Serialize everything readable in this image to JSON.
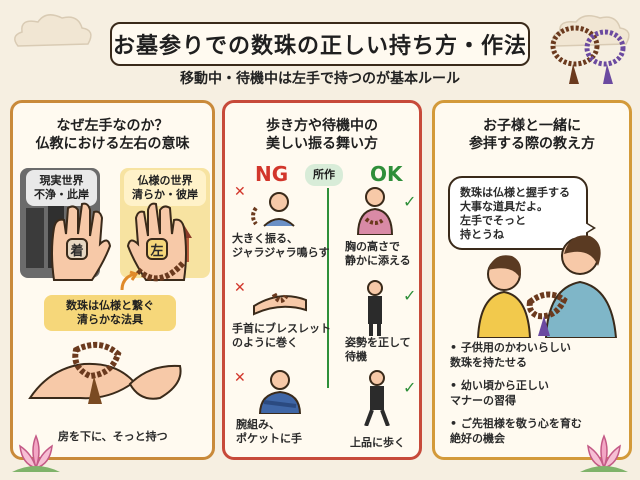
{
  "header": {
    "title": "お墓参りでの数珠の正しい持ち方・作法",
    "subtitle": "移動中・待機中は左手で持つのが基本ルール"
  },
  "left_panel": {
    "heading_line1": "なぜ左手なのか？",
    "heading_line2": "仏教における左右の意味",
    "real_world_line1": "現実世界",
    "real_world_line2": "不浄・此岸",
    "buddha_world_line1": "仏様の世界",
    "buddha_world_line2": "清らか・彼岸",
    "right_hand_char": "着",
    "left_hand_char": "左",
    "note_line1": "数珠は仏様と繋ぐ",
    "note_line2": "清らかな法具",
    "caption": "房を下に、そっと持つ"
  },
  "middle_panel": {
    "heading_line1": "歩き方や待機中の",
    "heading_line2": "美しい振る舞い方",
    "ng_label": "NG",
    "center_label": "所作",
    "ok_label": "OK",
    "ng_items": [
      {
        "line1": "大きく振る、",
        "line2": "ジャラジャラ鳴らす"
      },
      {
        "line1": "手首にブレスレット",
        "line2": "のように巻く"
      },
      {
        "line1": "腕組み、",
        "line2": "ポケットに手"
      }
    ],
    "ok_items": [
      {
        "line1": "胸の高さで",
        "line2": "静かに添える"
      },
      {
        "line1": "姿勢を正して",
        "line2": "待機"
      },
      {
        "line1": "上品に歩く",
        "line2": ""
      }
    ]
  },
  "right_panel": {
    "heading_line1": "お子様と一緒に",
    "heading_line2": "参拝する際の教え方",
    "bubble_line1": "数珠は仏様と握手する",
    "bubble_line2": "大事な道具だよ。",
    "bubble_line3": "左手でそっと",
    "bubble_line4": "持とうね",
    "bullets": [
      {
        "line1": "子供用のかわいらしい",
        "line2": "数珠を持たせる"
      },
      {
        "line1": "幼い頃から正しい",
        "line2": "マナーの習得"
      },
      {
        "line1": "ご先祖様を敬う心を育む",
        "line2": "絶好の機会"
      }
    ]
  },
  "colors": {
    "background": "#f6efe1",
    "ng": "#d2362b",
    "ok": "#2f8f3a",
    "panel_left_border": "#c98a3a",
    "panel_mid_border": "#c74a3a",
    "panel_right_border": "#d39a3a",
    "note_bg": "#f6d77a"
  }
}
